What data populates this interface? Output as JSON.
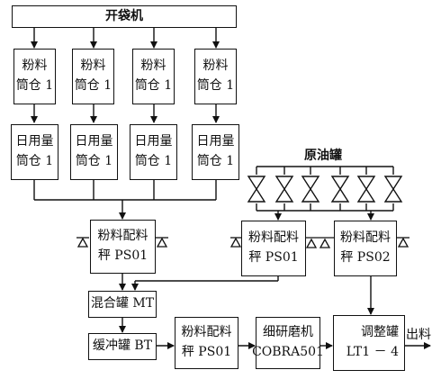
{
  "opener": "开袋机",
  "powder_silos": [
    {
      "line1": "粉料",
      "line2": "筒仓 1"
    },
    {
      "line1": "粉料",
      "line2": "筒仓 1"
    },
    {
      "line1": "粉料",
      "line2": "筒仓 1"
    },
    {
      "line1": "粉料",
      "line2": "筒仓 1"
    }
  ],
  "daily_silos": [
    {
      "line1": "日用量",
      "line2": "筒仓 1"
    },
    {
      "line1": "日用量",
      "line2": "筒仓 1"
    },
    {
      "line1": "日用量",
      "line2": "筒仓 1"
    },
    {
      "line1": "日用量",
      "line2": "筒仓 1"
    }
  ],
  "crude_tank": "原油罐",
  "scale_ps01_a": {
    "line1": "粉料配料",
    "line2": "秤 PS01"
  },
  "scale_ps01_b": {
    "line1": "粉料配料",
    "line2": "秤 PS01"
  },
  "scale_ps02": {
    "line1": "粉料配料",
    "line2": "秤 PS02"
  },
  "mix_tank": "混合罐 MT",
  "buffer_tank": "缓冲罐 BT",
  "scale_ps01_c": {
    "line1": "粉料配料",
    "line2": "秤 PS01"
  },
  "mill": {
    "line1": "细研磨机",
    "line2": "COBRA501"
  },
  "adjust_tank": {
    "line1": "调整罐",
    "line2": "LT1 － 4"
  },
  "output": "出料"
}
